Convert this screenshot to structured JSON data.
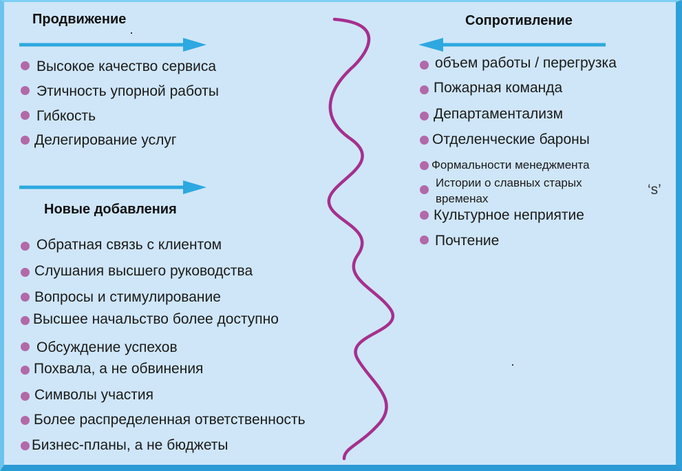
{
  "left": {
    "promotion": {
      "title": "Продвижение",
      "items": [
        "Высокое качество сервиса",
        "Этичность упорной работы",
        "Гибкость",
        "Делегирование услуг"
      ]
    },
    "additions": {
      "title": "Новые добавления",
      "items": [
        "Обратная связь с клиентом",
        "Слушания высшего руководства",
        "Вопросы и стимулирование",
        "Высшее начальство более доступно",
        "Обсуждение успехов",
        "Похвала, а не обвинения",
        "Символы участия",
        "Более распределенная ответственность",
        "Бизнес-планы, а не бюджеты"
      ]
    }
  },
  "right": {
    "resistance": {
      "title": "Сопротивление",
      "items": [
        "объем работы / перегрузка",
        "Пожарная команда",
        "Департаментализм",
        "Отделенческие бароны",
        "Формальности менеджмента",
        "Истории о славных старых временах",
        "Культурное неприятие",
        "Почтение"
      ],
      "stray_mark": "‘s’"
    }
  },
  "colors": {
    "arrow": "#2ea8e0",
    "wave": "#a5308f",
    "bullet": "#b269a8",
    "background": "#cfe6f8",
    "frame": "#2e9fd8"
  }
}
